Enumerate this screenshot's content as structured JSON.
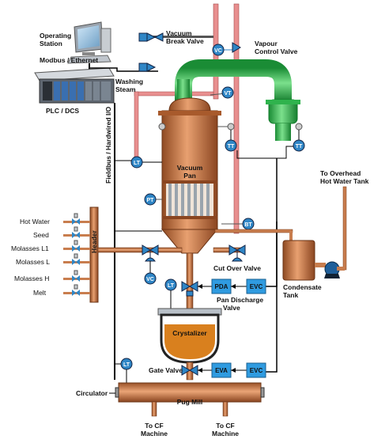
{
  "labels": {
    "operating_station": [
      "Operating",
      "Station"
    ],
    "modbus": "Modbus / Ethernet",
    "plc": "PLC / DCS",
    "fieldbus": "Fieldbus / Hardwired I/O",
    "vacuum_break": [
      "Vacuum",
      "Break Valve"
    ],
    "vapour_control": [
      "Vapour",
      "Control Valve"
    ],
    "washing_steam": [
      "Washing",
      "Steam"
    ],
    "vacuum_pan": [
      "Vacuum",
      "Pan"
    ],
    "overhead_tank": [
      "To Overhead",
      "Hot Water Tank"
    ],
    "feeds": [
      "Hot Water",
      "Seed",
      "Molasses L1",
      "Molasses L",
      "Molasses H",
      "Melt"
    ],
    "header": "Header",
    "cut_over": "Cut Over Valve",
    "condensate": [
      "Condensate",
      "Tank"
    ],
    "pan_discharge": [
      "Pan Discharge",
      "Valve"
    ],
    "crystalizer": "Crystalizer",
    "gate_valve": "Gate Valve",
    "circulator": "Circulator",
    "pug_mill": "Pug Mill",
    "cf1": [
      "To CF",
      "Machine"
    ],
    "cf2": [
      "To CF",
      "Machine"
    ]
  },
  "instruments": {
    "vt": "VT",
    "tt1": "TT",
    "tt2": "TT",
    "lt_pan": "LT",
    "pt": "PT",
    "bt": "BT",
    "vc_vapour": "VC",
    "vc_cut": "VC",
    "lt_valve": "LT",
    "lt_gate": "LT"
  },
  "boxes": {
    "pda": "PDA",
    "evc1": "EVC",
    "eva": "EVA",
    "evc2": "EVC"
  },
  "colors": {
    "vessel": "#c8703a",
    "pipe_copper": "#c87d4e",
    "vapour_green": "#2fb34d",
    "instrument_blue": "#2f86c6",
    "box_blue": "#2f9be0",
    "steam_pink": "#e88f8f"
  }
}
